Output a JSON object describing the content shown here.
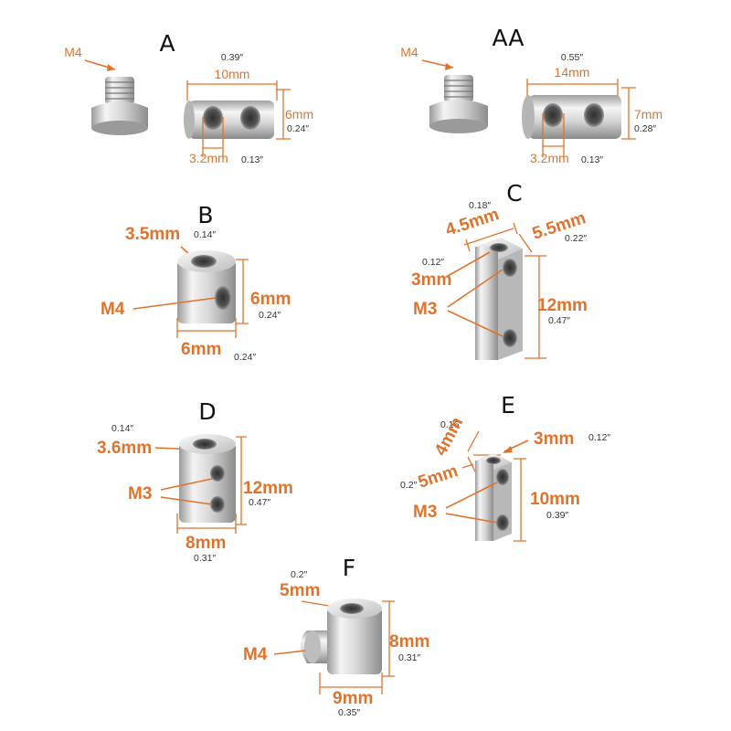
{
  "colors": {
    "accent": "#e0732b",
    "metal_light": "#f2f2f2",
    "metal_dark": "#8a8a8a",
    "hole": "#4a4a4a"
  },
  "parts": {
    "A": {
      "title": "A",
      "screw": "M4",
      "length_in": "0.39″",
      "length": "10mm",
      "diameter": "6mm",
      "diameter_in": "0.24″",
      "hole": "3.2mm",
      "hole_in": "0.13″"
    },
    "AA": {
      "title": "AA",
      "screw": "M4",
      "length_in": "0.55″",
      "length": "14mm",
      "diameter": "7mm",
      "diameter_in": "0.28″",
      "hole": "3.2mm",
      "hole_in": "0.13″"
    },
    "B": {
      "title": "B",
      "bore": "3.5mm",
      "bore_in": "0.14″",
      "thread": "M4",
      "height": "6mm",
      "height_in": "0.24″",
      "width": "6mm",
      "width_in": "0.24″"
    },
    "C": {
      "title": "C",
      "depth_in": "0.18″",
      "depth": "4.5mm",
      "width": "5.5mm",
      "width_in": "0.22″",
      "bore_in": "0.12″",
      "bore": "3mm",
      "thread": "M3",
      "height": "12mm",
      "height_in": "0.47″"
    },
    "D": {
      "title": "D",
      "bore_in": "0.14″",
      "bore": "3.6mm",
      "thread": "M3",
      "height": "12mm",
      "height_in": "0.47″",
      "width": "8mm",
      "width_in": "0.31″"
    },
    "E": {
      "title": "E",
      "depth_in": "0.16″",
      "depth": "4mm",
      "bore": "3mm",
      "bore_in": "0.12″",
      "width_in": "0.2″",
      "width": "5mm",
      "thread": "M3",
      "height": "10mm",
      "height_in": "0.39″"
    },
    "F": {
      "title": "F",
      "bore_in": "0.2″",
      "bore": "5mm",
      "height": "8mm",
      "height_in": "0.31″",
      "screw": "M4",
      "width": "9mm",
      "width_in": "0.35″"
    }
  }
}
